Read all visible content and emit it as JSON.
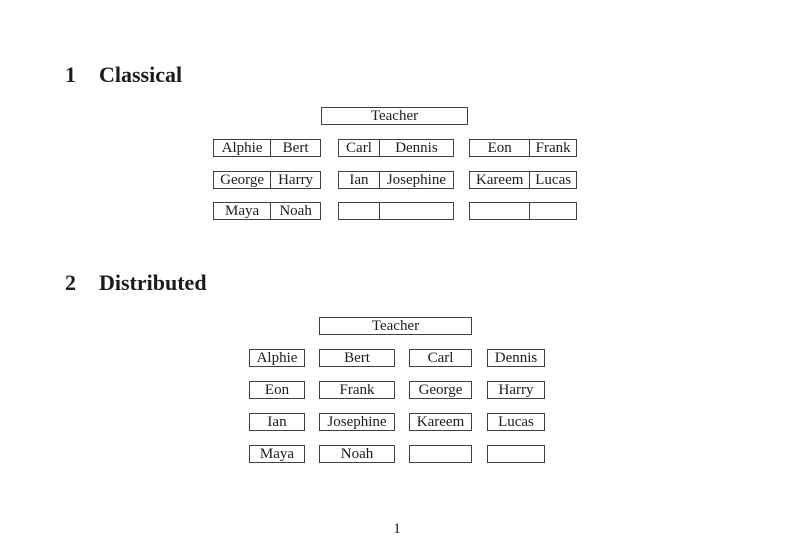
{
  "document": {
    "page_number": "1"
  },
  "classical": {
    "heading": {
      "number": "1",
      "title": "Classical"
    },
    "teacher_label": "Teacher",
    "rows": [
      {
        "desks": [
          {
            "left": "Alphie",
            "right": "Bert"
          },
          {
            "left": "Carl",
            "right": "Dennis"
          },
          {
            "left": "Eon",
            "right": "Frank"
          }
        ]
      },
      {
        "desks": [
          {
            "left": "George",
            "right": "Harry"
          },
          {
            "left": "Ian",
            "right": "Josephine"
          },
          {
            "left": "Kareem",
            "right": "Lucas"
          }
        ]
      },
      {
        "desks": [
          {
            "left": "Maya",
            "right": "Noah"
          },
          {
            "left": "",
            "right": ""
          },
          {
            "left": "",
            "right": ""
          }
        ]
      }
    ]
  },
  "distributed": {
    "heading": {
      "number": "2",
      "title": "Distributed"
    },
    "teacher_label": "Teacher",
    "rows": [
      {
        "seats": [
          "Alphie",
          "Bert",
          "Carl",
          "Dennis"
        ]
      },
      {
        "seats": [
          "Eon",
          "Frank",
          "George",
          "Harry"
        ]
      },
      {
        "seats": [
          "Ian",
          "Josephine",
          "Kareem",
          "Lucas"
        ]
      },
      {
        "seats": [
          "Maya",
          "Noah",
          "",
          ""
        ]
      }
    ]
  },
  "colors": {
    "border": "#3f3f3f",
    "text": "#1c1c1c",
    "background": "#ffffff"
  }
}
